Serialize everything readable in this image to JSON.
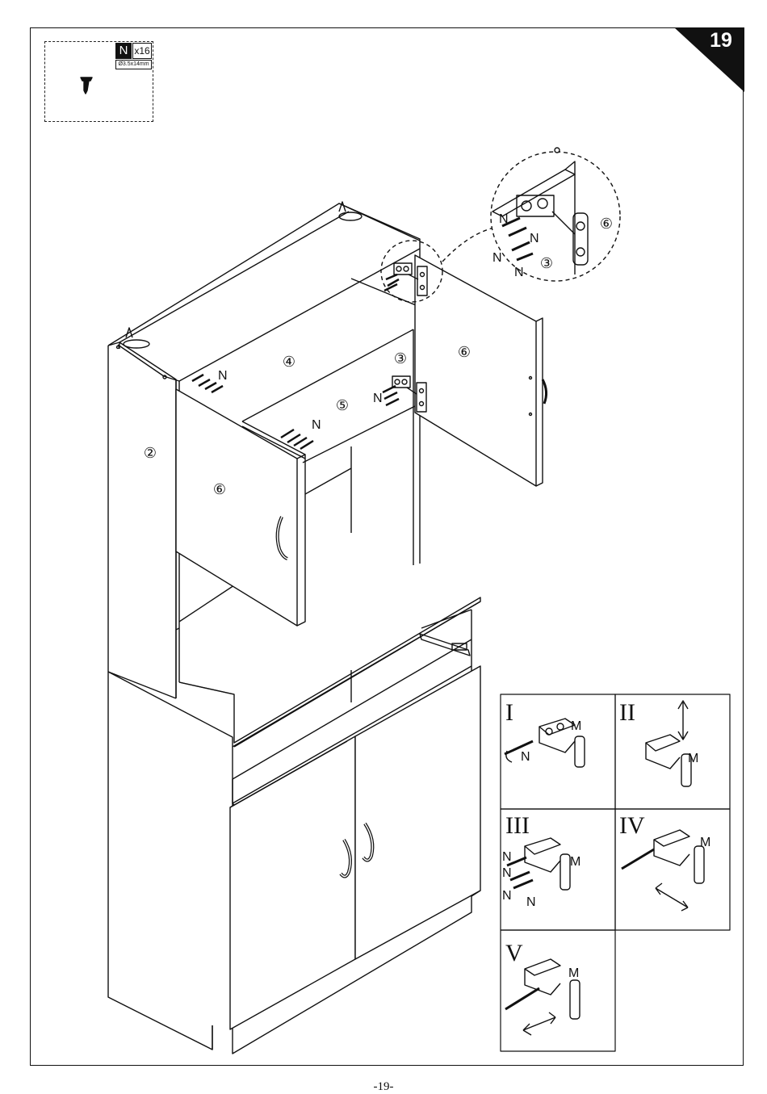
{
  "step": {
    "number": "19"
  },
  "parts": {
    "code": "N",
    "quantity": "x16",
    "size": "Ø3.5x14mm"
  },
  "panel_labels": {
    "side": "②",
    "top_shelf": "④",
    "mid_shelf": "⑤",
    "hinge_plate": "③",
    "door_left": "⑥",
    "door_right": "⑥",
    "zoom_door": "⑥",
    "zoom_hinge": "③"
  },
  "screw_label": "N",
  "hinge_label": "M",
  "detail_steps": [
    "I",
    "II",
    "III",
    "IV",
    "V"
  ],
  "page_number": "-19-"
}
